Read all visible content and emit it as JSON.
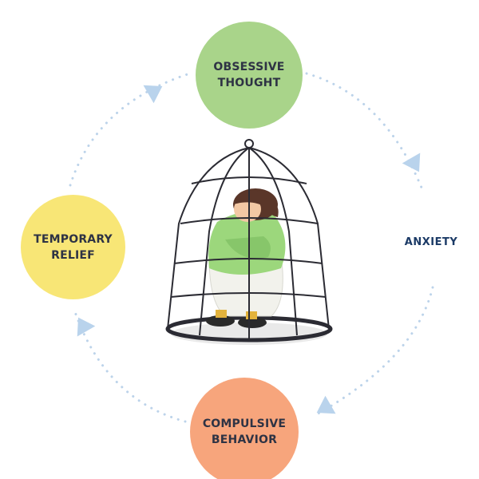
{
  "nodes": {
    "obsessive_thought": {
      "label": "OBSESSIVE\nTHOUGHT",
      "color": "#a9d48a"
    },
    "temporary_relief": {
      "label": "TEMPORARY\nRELIEF",
      "color": "#f8e676"
    },
    "compulsive_behavior": {
      "label": "COMPULSIVE\nBEHAVIOR",
      "color": "#f7a57c"
    }
  },
  "anxiety": {
    "label": "ANXIETY",
    "color": "#1b3a66"
  },
  "cycle": {
    "arrow_color": "#b9d3ec",
    "dot_color": "#bcd3ea"
  },
  "illustration": {
    "icon": "caged-person-icon",
    "cage_color": "#2b2b33",
    "sweater_color": "#9cd77c",
    "pants_color": "#f2f2ec",
    "hair_color": "#5a3629",
    "skin_color": "#f3c8a4"
  }
}
